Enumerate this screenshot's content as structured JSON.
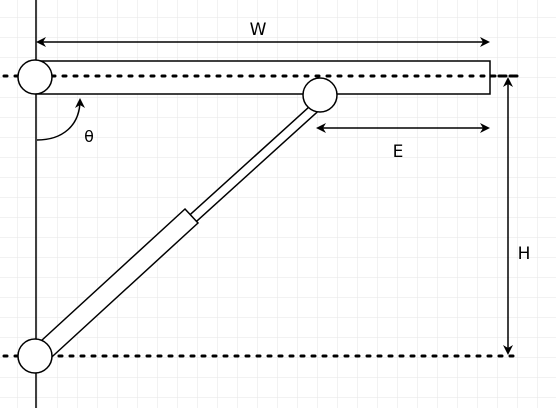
{
  "labels": {
    "width": "W",
    "extension": "E",
    "height": "H",
    "angle": "θ"
  },
  "colors": {
    "background": "#ffffff",
    "grid": "#e6e6e6",
    "stroke": "#000000"
  }
}
